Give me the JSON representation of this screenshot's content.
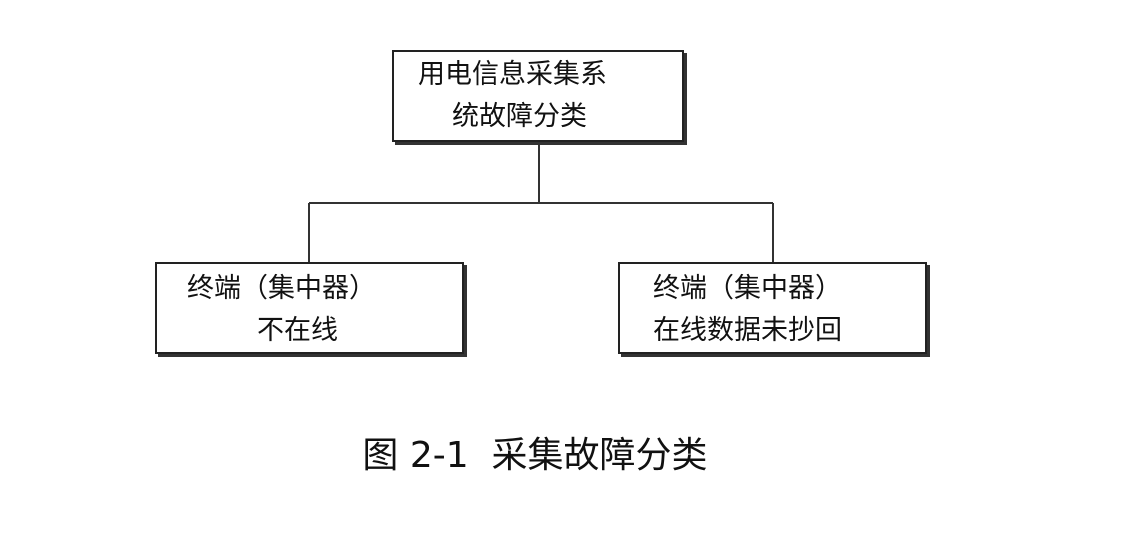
{
  "diagram": {
    "root": {
      "line1": "用电信息采集系",
      "line2": "统故障分类"
    },
    "children": [
      {
        "line1": "终端（集中器）",
        "line2": "不在线"
      },
      {
        "line1": "终端（集中器）",
        "line2": "在线数据未抄回"
      }
    ],
    "caption": "图 2-1  采集故障分类"
  },
  "colors": {
    "line": "#333333",
    "border": "#222222",
    "text": "#111111"
  }
}
